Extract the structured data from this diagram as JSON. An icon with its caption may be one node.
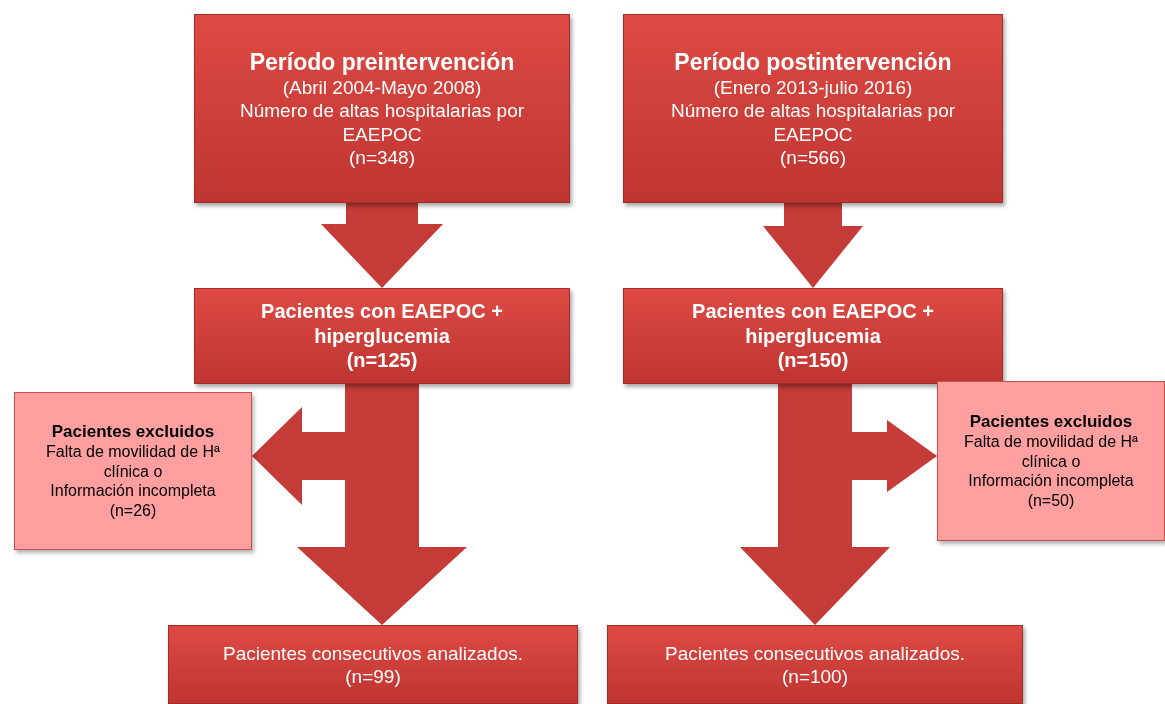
{
  "diagram": {
    "nodes": [
      {
        "text": [
          "Período preintervención",
          "(Abril 2004-Mayo 2008)",
          "Número de altas hospitalarias por EAEPOC",
          "(n=348)"
        ]
      },
      {
        "text": [
          "Período postintervención",
          "(Enero 2013-julio 2016)",
          "Número de altas hospitalarias por EAEPOC",
          "(n=566)"
        ]
      },
      {
        "text": [
          "Pacientes con EAEPOC + hiperglucemia",
          "(n=125)"
        ]
      },
      {
        "text": [
          "Pacientes con EAEPOC + hiperglucemia",
          "(n=150)"
        ]
      },
      {
        "text": [
          "Pacientes excluidos",
          "Falta de movilidad de Hª clínica o",
          "Información incompleta",
          "(n=26)"
        ]
      },
      {
        "text": [
          "Pacientes excluidos",
          "Falta de movilidad de Hª clínica o",
          "Información incompleta",
          "(n=50)"
        ]
      },
      {
        "text": [
          "Pacientes consecutivos analizados.",
          "(n=99)"
        ]
      },
      {
        "text": [
          "Pacientes consecutivos analizados.",
          "(n=100)"
        ]
      }
    ],
    "edges": [
      {
        "from": 0,
        "to": 2,
        "arrow": "to"
      },
      {
        "from": 1,
        "to": 3,
        "arrow": "to"
      },
      {
        "from": 2,
        "to": 6,
        "arrow": "to"
      },
      {
        "from": 2,
        "to": 4,
        "arrow": "to"
      },
      {
        "from": 3,
        "to": 7,
        "arrow": "to"
      },
      {
        "from": 3,
        "to": 5,
        "arrow": "to"
      }
    ]
  }
}
